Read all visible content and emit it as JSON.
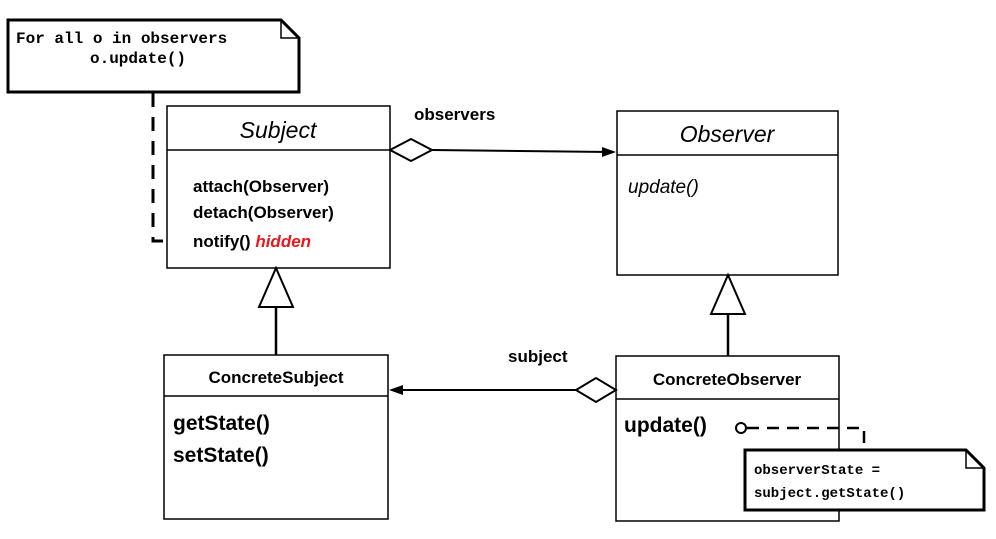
{
  "note_top": {
    "line1": "For all o in observers",
    "line2": "o.update()"
  },
  "subject": {
    "name": "Subject",
    "methods": [
      "attach(Observer)",
      "detach(Observer)",
      "notify()"
    ],
    "notify_tag": "hidden"
  },
  "observer": {
    "name": "Observer",
    "methods": [
      "update()"
    ]
  },
  "concrete_subject": {
    "name": "ConcreteSubject",
    "methods": [
      "getState()",
      "setState()"
    ]
  },
  "concrete_observer": {
    "name": "ConcreteObserver",
    "methods": [
      "update()"
    ]
  },
  "associations": {
    "observers_label": "observers",
    "subject_label": "subject"
  },
  "note_bottom": {
    "line1": "observerState =",
    "line2": "subject.getState()"
  },
  "colors": {
    "ink": "#000000",
    "hidden": "#e8191d",
    "background": "#ffffff"
  }
}
